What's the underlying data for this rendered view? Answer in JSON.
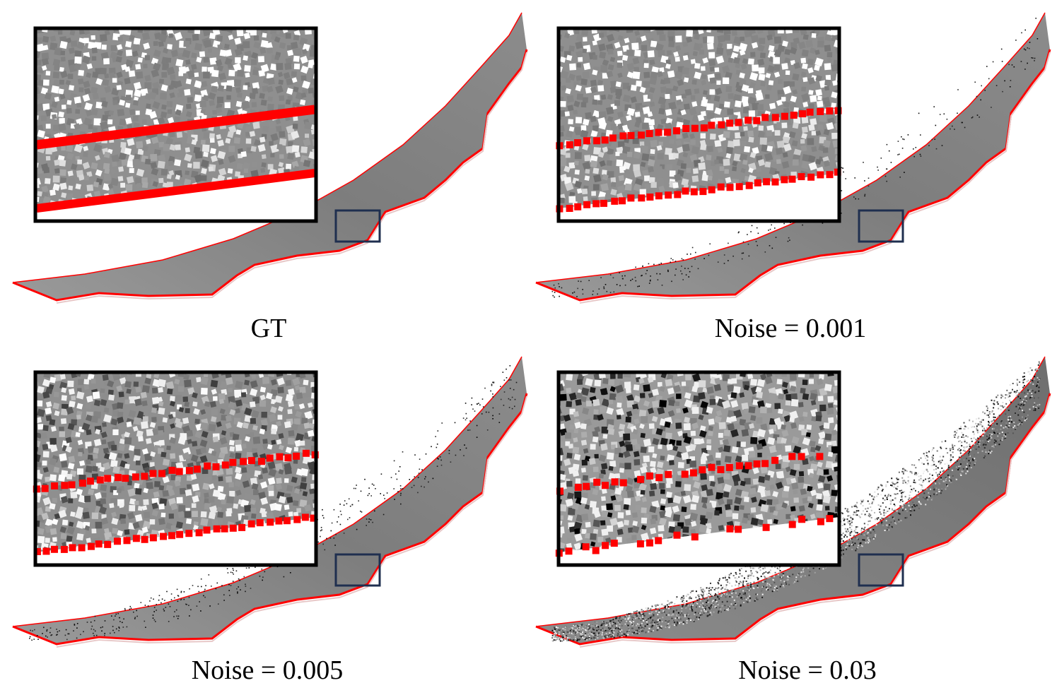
{
  "panels": [
    {
      "id": "gt",
      "caption": "GT",
      "noise_level": 0.0
    },
    {
      "id": "n001",
      "caption": "Noise = 0.001",
      "noise_level": 0.001
    },
    {
      "id": "n005",
      "caption": "Noise = 0.005",
      "noise_level": 0.005
    },
    {
      "id": "n03",
      "caption": "Noise = 0.03",
      "noise_level": 0.03
    }
  ],
  "colors": {
    "background": "#ffffff",
    "surface_gray": "#8a8a8a",
    "edge_red": "#ff0000",
    "inset_frame": "#000000",
    "zoom_box": "#1f2f4f"
  }
}
